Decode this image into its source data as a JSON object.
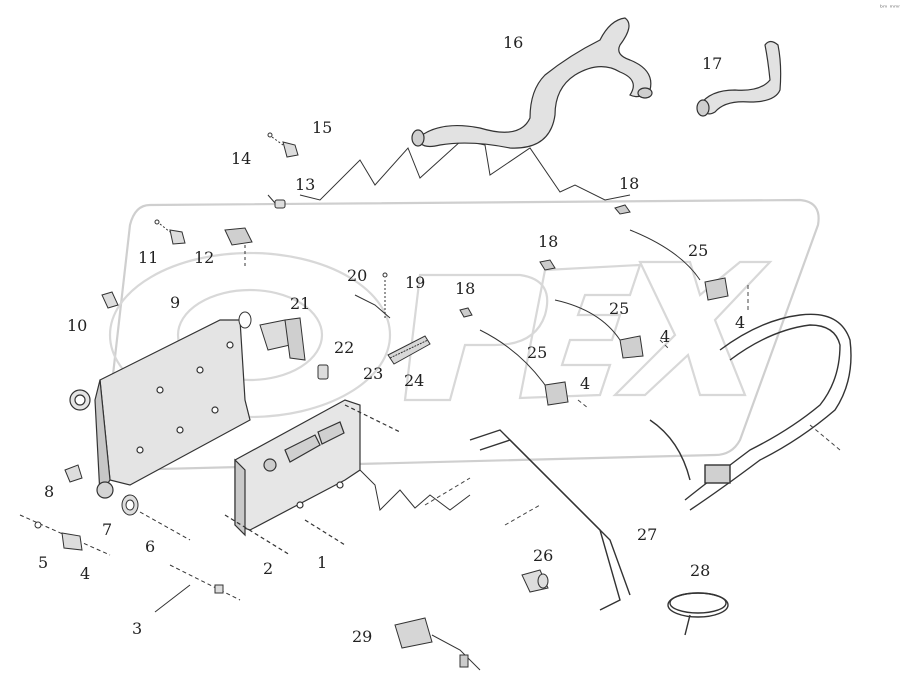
{
  "corner_mark": "ᵇᵐ ᵐᵐᵐ",
  "watermark": {
    "text": "OPEX",
    "color": "#d0d0d0"
  },
  "colors": {
    "part_fill": "#dcdcdc",
    "part_shade": "#bfbfbf",
    "outline": "#333333",
    "leader": "#444444",
    "label": "#222222"
  },
  "callouts": {
    "c1": "1",
    "c2": "2",
    "c3": "3",
    "c4a": "4",
    "c4b": "4",
    "c4c": "4",
    "c4d": "4",
    "c5": "5",
    "c6": "6",
    "c7": "7",
    "c8": "8",
    "c9": "9",
    "c10": "10",
    "c11": "11",
    "c12": "12",
    "c13": "13",
    "c14": "14",
    "c15": "15",
    "c16": "16",
    "c17": "17",
    "c18a": "18",
    "c18b": "18",
    "c18c": "18",
    "c19": "19",
    "c20": "20",
    "c21": "21",
    "c22": "22",
    "c23": "23",
    "c24": "24",
    "c25a": "25",
    "c25b": "25",
    "c25c": "25",
    "c26": "26",
    "c27": "27",
    "c28": "28",
    "c29": "29"
  }
}
